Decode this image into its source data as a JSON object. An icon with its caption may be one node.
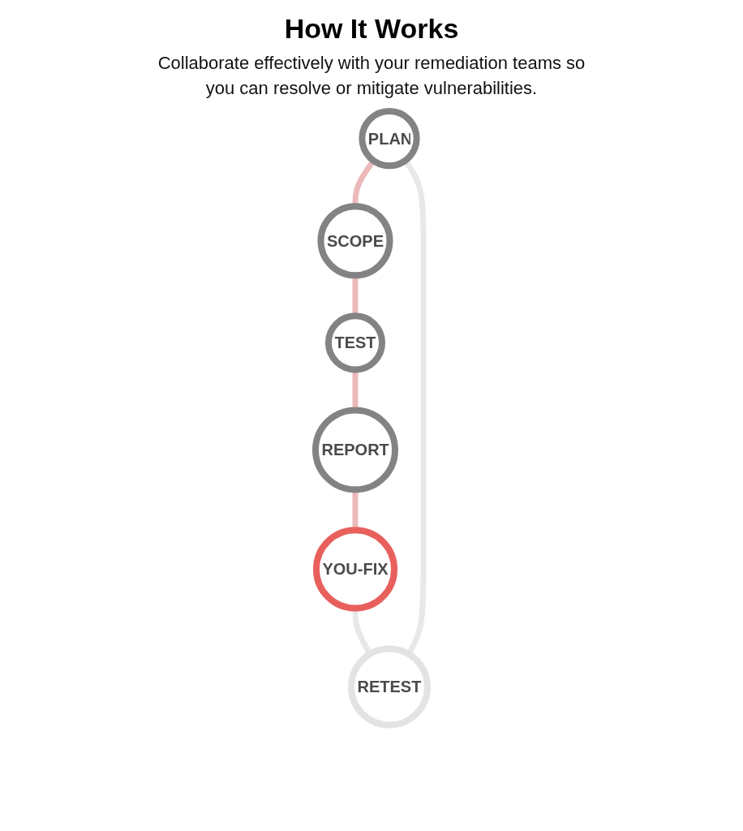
{
  "diagram": {
    "title": "How It Works",
    "caption": "Collaborate effectively with your remediation teams so you can resolve or mitigate vulnerabilities.",
    "nodes": [
      {
        "text": [
          "PLAN"
        ]
      },
      {
        "text": [
          "SCOPE"
        ]
      },
      {
        "text": [
          "TEST"
        ]
      },
      {
        "text": [
          "REPORT"
        ]
      },
      {
        "text": [
          "YOU-FIX"
        ]
      },
      {
        "text": [
          "RETEST"
        ]
      }
    ],
    "edges": [
      {
        "from": 0,
        "to": 1,
        "arrow": "none"
      },
      {
        "from": 1,
        "to": 2,
        "arrow": "none"
      },
      {
        "from": 2,
        "to": 3,
        "arrow": "none"
      },
      {
        "from": 3,
        "to": 4,
        "arrow": "none"
      },
      {
        "from": 4,
        "to": 5,
        "arrow": "none",
        "color": "#e8e8e8"
      },
      {
        "from": 5,
        "to": 0,
        "arrow": "none",
        "color": "#e8e8e8"
      }
    ]
  }
}
